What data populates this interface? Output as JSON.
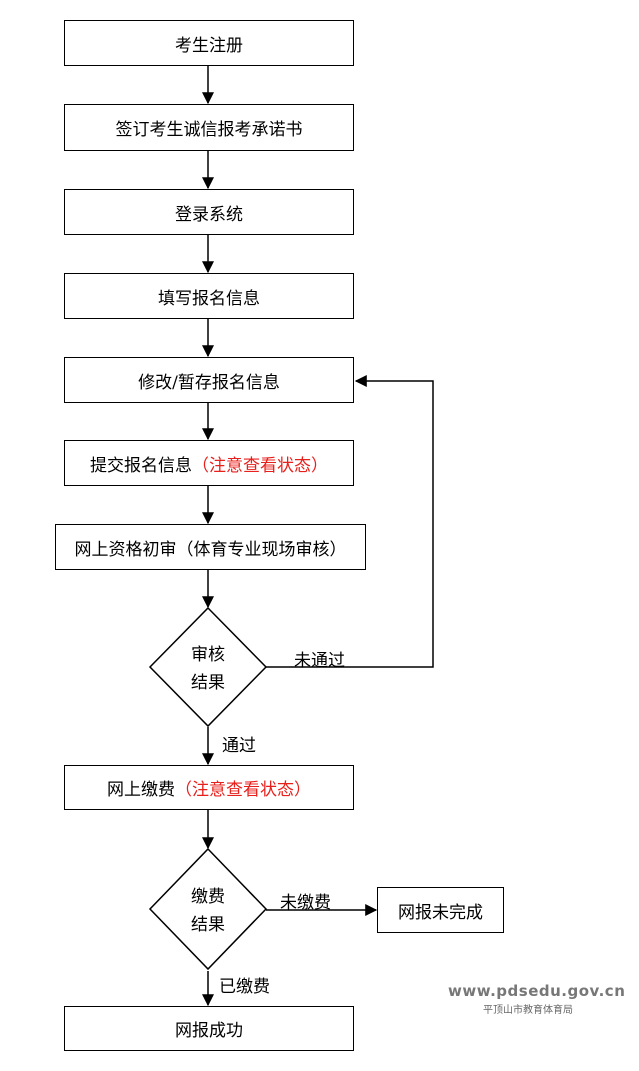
{
  "flowchart": {
    "steps": [
      {
        "text": "考生注册"
      },
      {
        "text": "签订考生诚信报考承诺书"
      },
      {
        "text": "登录系统"
      },
      {
        "text": "填写报名信息"
      },
      {
        "text": "修改/暂存报名信息"
      },
      {
        "text": "提交报名信息",
        "note": "（注意查看状态）"
      },
      {
        "text": "网上资格初审（体育专业现场审核）"
      },
      {
        "text": "网上缴费",
        "note": "（注意查看状态）"
      },
      {
        "text": "网报未完成"
      },
      {
        "text": "网报成功"
      }
    ],
    "decisions": [
      {
        "line1": "审核",
        "line2": "结果"
      },
      {
        "line1": "缴费",
        "line2": "结果"
      }
    ],
    "edge_labels": {
      "not_passed": "未通过",
      "passed": "通过",
      "not_paid": "未缴费",
      "paid": "已缴费"
    }
  },
  "watermark": {
    "url": "www.pdsedu.gov.cn",
    "org": "平顶山市教育体育局"
  },
  "colors": {
    "line": "#000000",
    "note": "#e8201c",
    "watermark": "#777777"
  }
}
